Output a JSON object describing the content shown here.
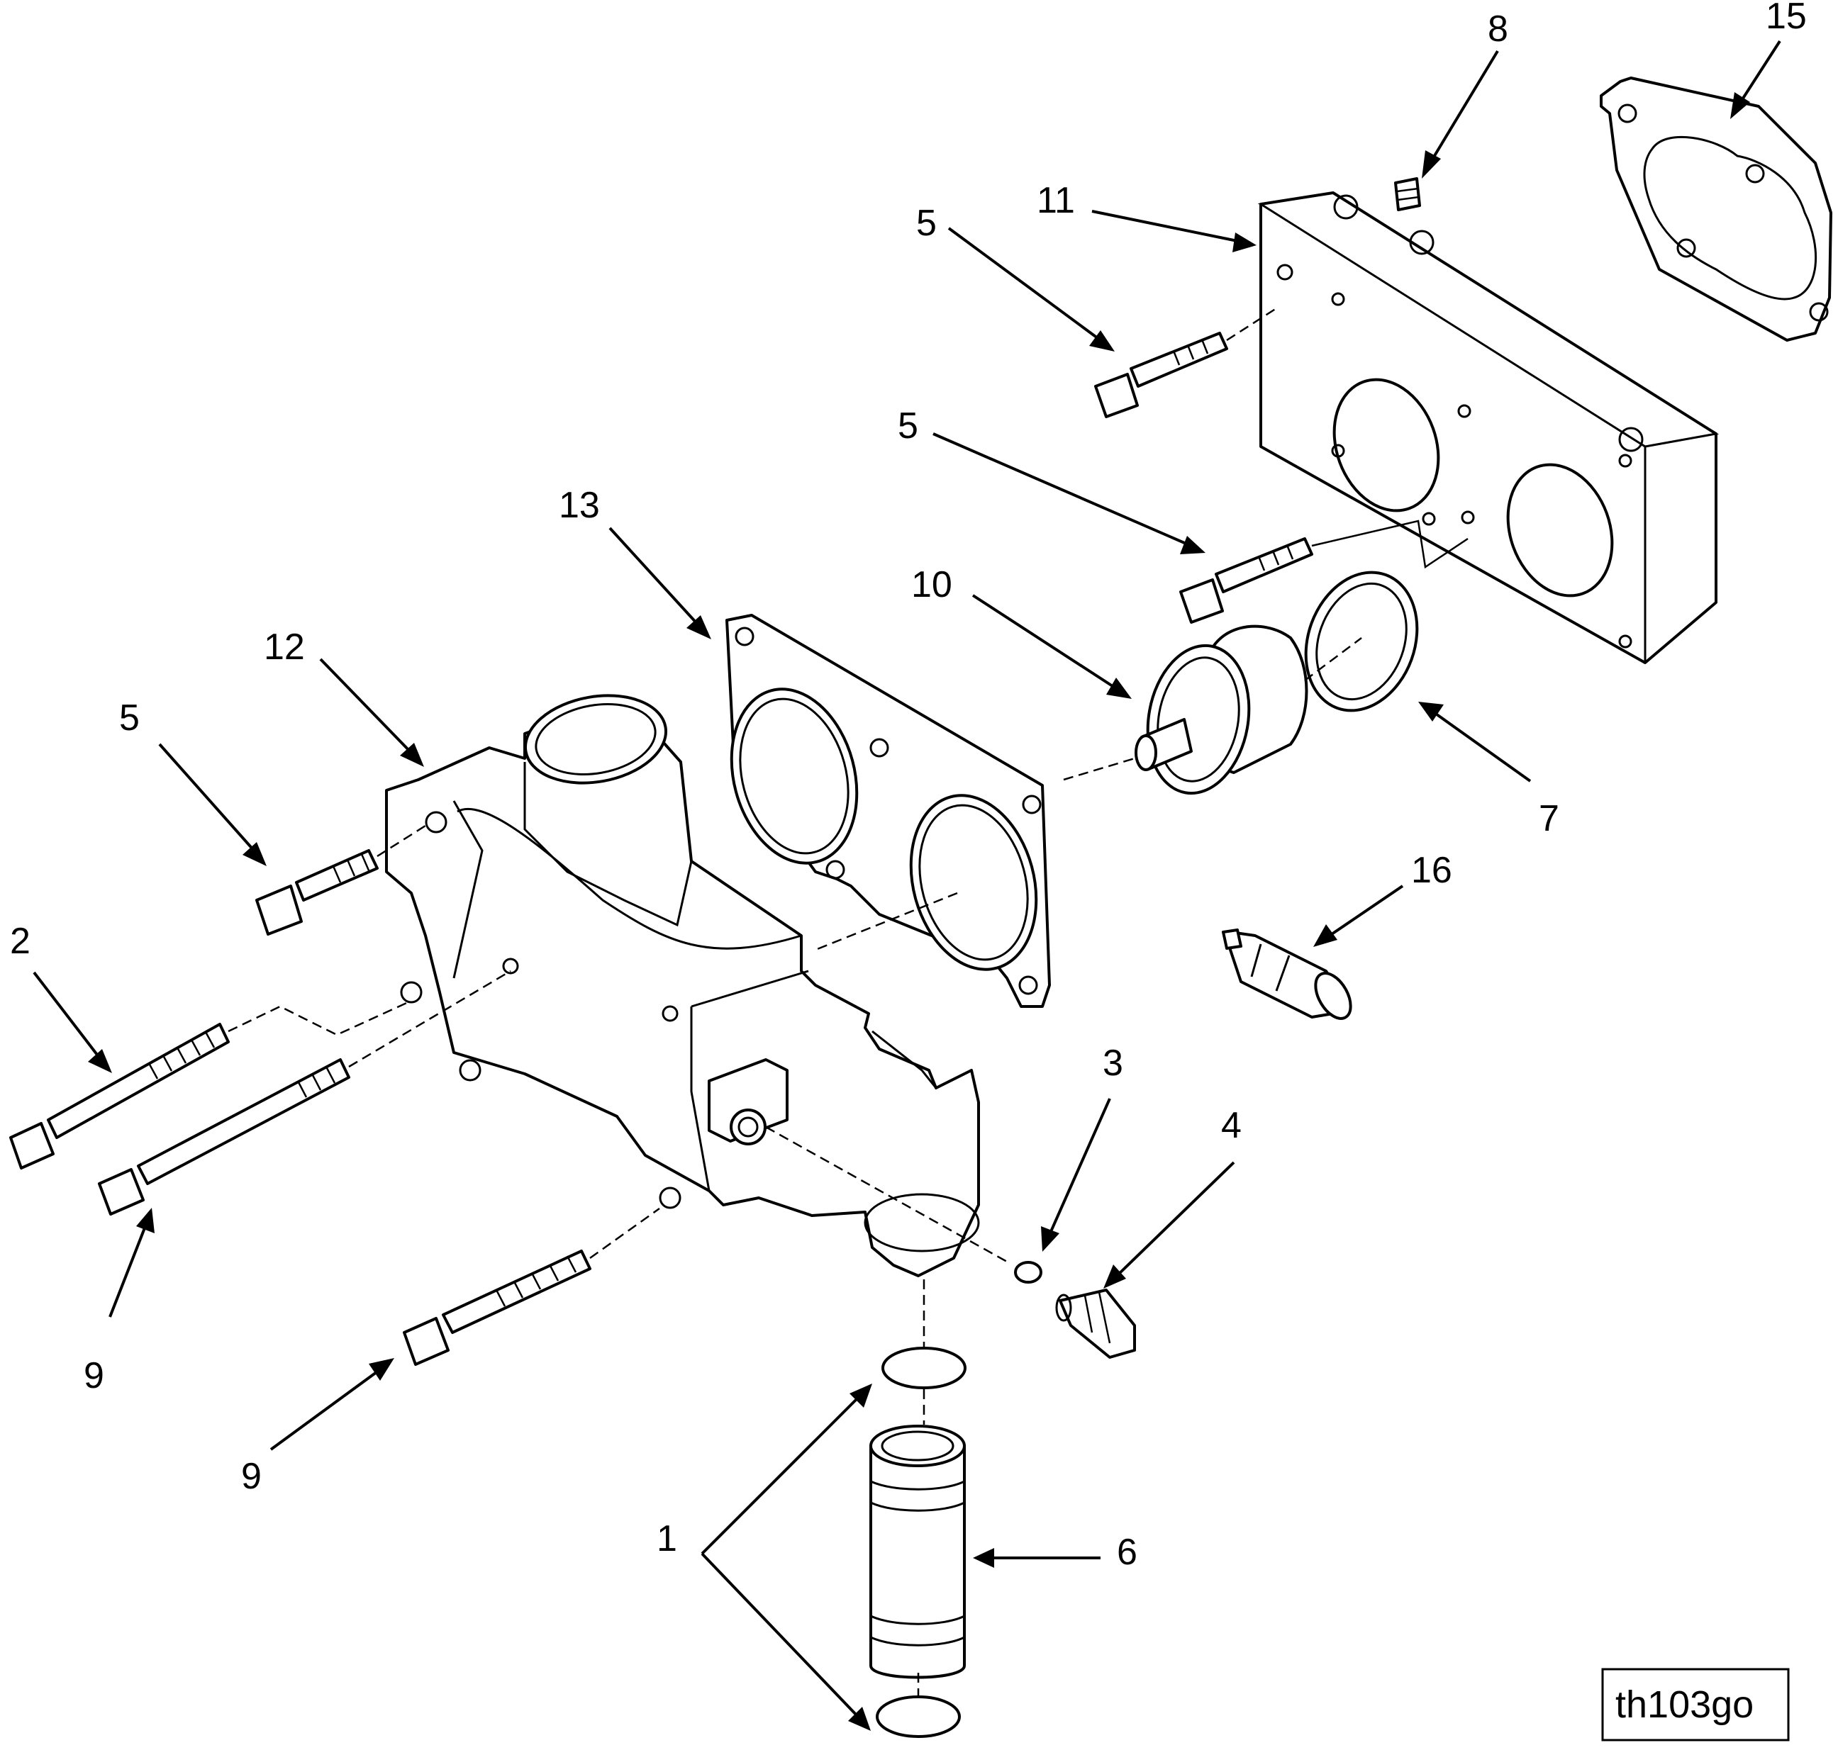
{
  "figure_id": "th103go",
  "callouts": [
    "1",
    "2",
    "3",
    "4",
    "5",
    "5",
    "5",
    "6",
    "7",
    "8",
    "9",
    "9",
    "10",
    "11",
    "12",
    "13",
    "15",
    "16"
  ]
}
